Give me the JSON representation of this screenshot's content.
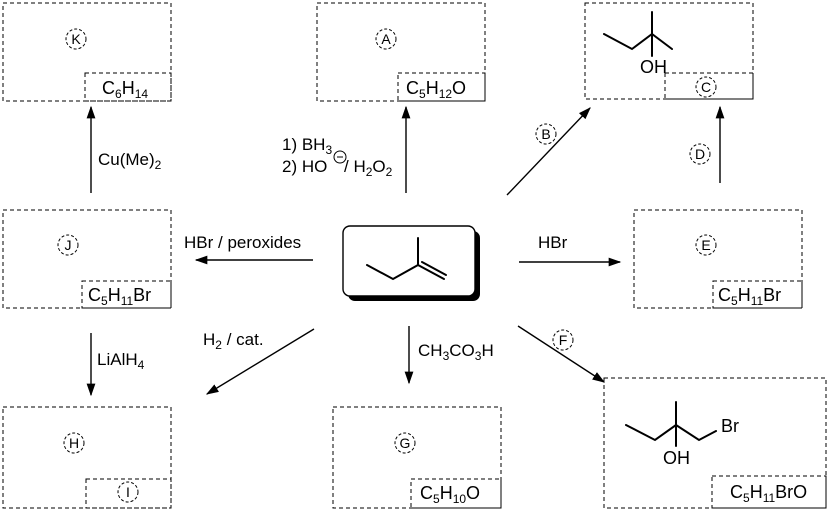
{
  "compounds": {
    "K": {
      "letter": "K",
      "formula": [
        "C",
        "6",
        "H",
        "14",
        ""
      ]
    },
    "A": {
      "letter": "A",
      "formula": [
        "C",
        "5",
        "H",
        "12",
        "O"
      ]
    },
    "C": {
      "letter": "C",
      "oh": "OH"
    },
    "J": {
      "letter": "J",
      "formula": [
        "C",
        "5",
        "H",
        "11",
        "Br"
      ]
    },
    "E": {
      "letter": "E",
      "formula": [
        "C",
        "5",
        "H",
        "11",
        "Br"
      ]
    },
    "H": {
      "letter": "H",
      "inner": "I"
    },
    "G": {
      "letter": "G",
      "formula": [
        "C",
        "5",
        "H",
        "10",
        "O"
      ]
    },
    "F": {
      "oh": "OH",
      "br": "Br",
      "formula": [
        "C",
        "5",
        "H",
        "11",
        "BrO"
      ]
    }
  },
  "reactions": {
    "to_A": {
      "line1": "1) BH",
      "line1_sub": "3",
      "line2_a": "2) HO",
      "line2_b": " / H",
      "line2_sub1": "2",
      "line2_c": "O",
      "line2_sub2": "2"
    },
    "to_C_letter": "B",
    "to_C_letter2": "D",
    "to_J": "HBr / peroxides",
    "to_E": "HBr",
    "to_K": {
      "a": "Cu(Me)",
      "sub": "2"
    },
    "to_H": {
      "a": "LiAlH",
      "sub": "4"
    },
    "to_G_hydrog": {
      "a": "H",
      "sub": "2",
      "b": " / cat."
    },
    "to_G": {
      "a": "CH",
      "sub1": "3",
      "b": "CO",
      "sub2": "3",
      "c": "H"
    },
    "to_F_letter": "F"
  }
}
